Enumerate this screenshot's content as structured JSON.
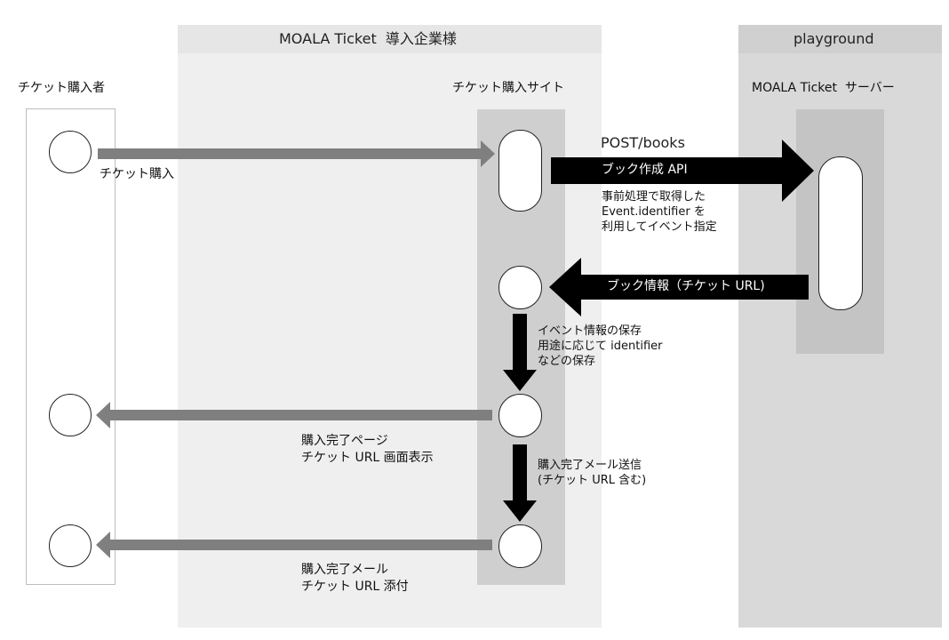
{
  "zones": {
    "company": {
      "title": "MOALA Ticket  導入企業様"
    },
    "playground": {
      "title": "playground"
    }
  },
  "lanes": {
    "buyer": {
      "title": "チケット購入者"
    },
    "site": {
      "title": "チケット購入サイト"
    },
    "server": {
      "title": "MOALA Ticket  サーバー"
    }
  },
  "messages": {
    "purchase": "チケット購入",
    "post_endpoint": "POST/books",
    "book_api": "ブック作成 API",
    "event_note": "事前処理で取得した\nEvent.identifier を\n利用してイベント指定",
    "book_info": "ブック情報（チケット URL)",
    "save_note": "イベント情報の保存\n用途に応じて identifier\nなどの保存",
    "complete_page": "購入完了ページ\nチケット URL 画面表示",
    "mail_send": "購入完了メール送信\n(チケット URL 含む)",
    "complete_mail": "購入完了メール\nチケット URL 添付"
  },
  "colors": {
    "gray_arrow": "#7f7f7f",
    "black_arrow": "#000000",
    "zone_company": "#efefef",
    "zone_playground": "#d9d9d9",
    "lane_site": "#cfcfcf",
    "lane_server": "#c4c4c4"
  }
}
